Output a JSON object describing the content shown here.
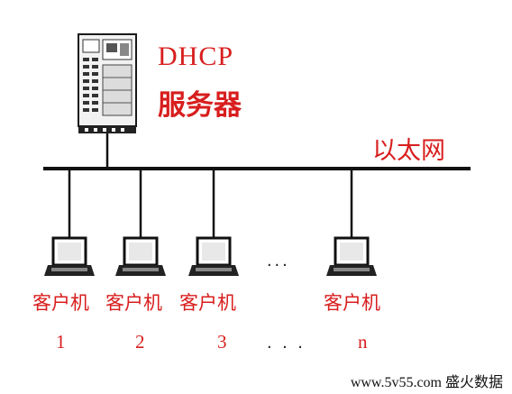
{
  "server": {
    "line1": "DHCP",
    "line2": "服务器"
  },
  "network_label": "以太网",
  "clients": [
    {
      "label": "客户机",
      "number": "1"
    },
    {
      "label": "客户机",
      "number": "2"
    },
    {
      "label": "客户机",
      "number": "3"
    },
    {
      "label": "客户机",
      "number": "n"
    }
  ],
  "ellipsis_icons": "...",
  "ellipsis_numbers": ". . .",
  "watermark": "www.5v55.com 盛火数据",
  "colors": {
    "label_red": "#d81e1e",
    "line": "#111111"
  }
}
